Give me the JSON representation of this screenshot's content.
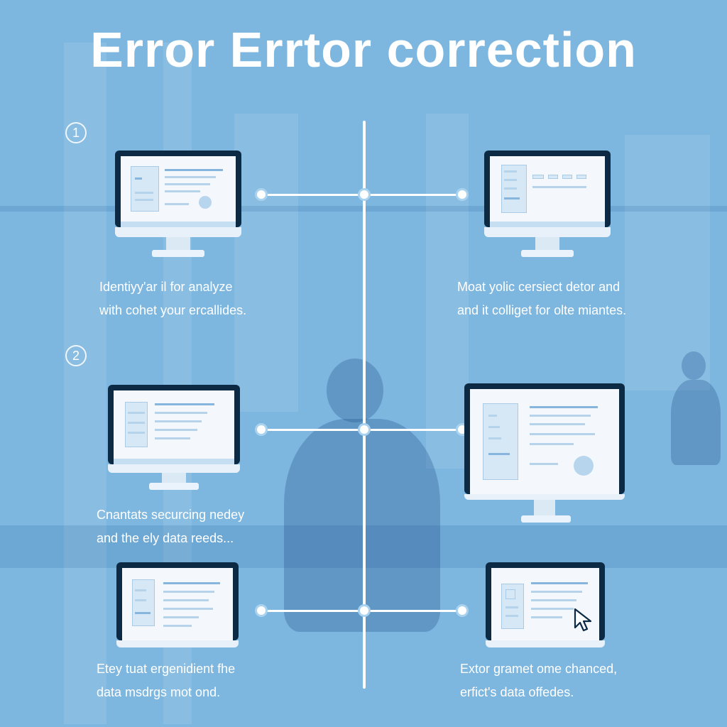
{
  "title": "Error Errtor correction",
  "steps": [
    {
      "number": "1"
    },
    {
      "number": "2"
    }
  ],
  "captions": {
    "r1_left": [
      "Identiyy'ar il for analyze",
      "with cohet your ercallides."
    ],
    "r1_right": [
      "Moat yolic cersiect detor and",
      "and it colliget for olte miantes."
    ],
    "r2_left": [
      "Cnantats securcing nedey",
      "and the ely data reeds..."
    ],
    "r3_left": [
      "Etey tuat ergenidient fhe",
      "data msdrgs mot ond."
    ],
    "r3_right": [
      "Extor gramet ome chanced,",
      "erfict's data offedes."
    ]
  },
  "icons": {
    "cursor": "cursor-arrow-icon",
    "monitor": "monitor-icon"
  },
  "colors": {
    "background": "#7db6df",
    "line": "#ffffff",
    "monitor_frame": "#0d2a45"
  }
}
